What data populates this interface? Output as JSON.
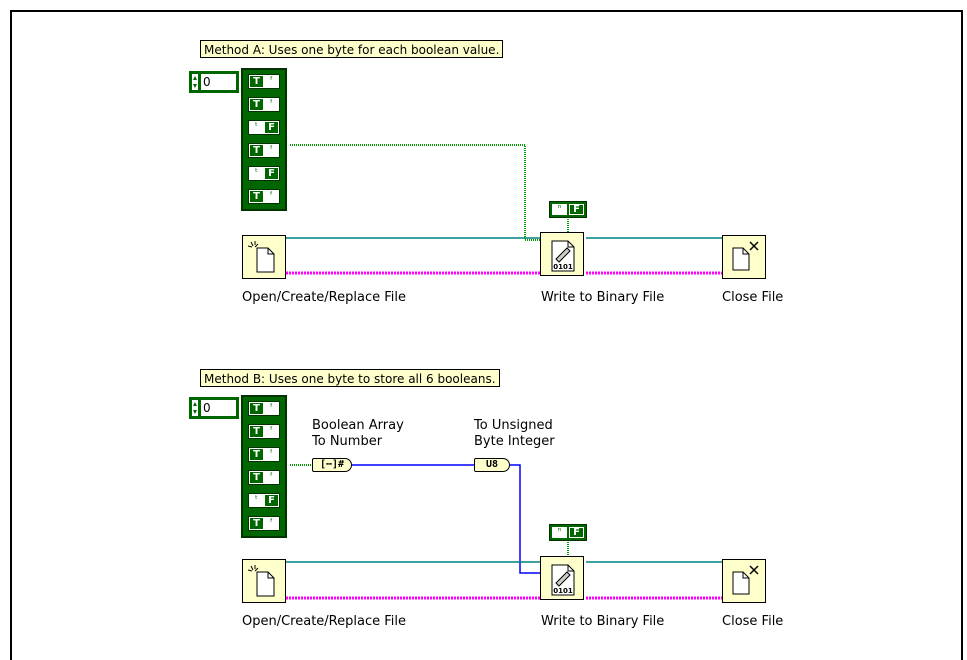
{
  "method_a": {
    "label": "Method A: Uses one byte for each boolean value.",
    "index_value": "0",
    "booleans": [
      true,
      true,
      false,
      true,
      false,
      true
    ],
    "constant": false,
    "nodes": {
      "open": "Open/Create/Replace File",
      "write": "Write to Binary File",
      "close": "Close File"
    }
  },
  "method_b": {
    "label": "Method B: Uses one byte to store all 6 booleans.",
    "index_value": "0",
    "booleans": [
      true,
      true,
      true,
      true,
      false,
      true
    ],
    "constant": false,
    "func1_label": [
      "Boolean Array",
      "To Number"
    ],
    "func2_label": [
      "To Unsigned",
      "Byte Integer"
    ],
    "func2_text": "U8",
    "nodes": {
      "open": "Open/Create/Replace File",
      "write": "Write to Binary File",
      "close": "Close File"
    }
  },
  "bool_glyphs": {
    "on": "T",
    "off": "F"
  },
  "colors": {
    "boolean_wire": "#009900",
    "refnum_wire": "#008080",
    "error_wire": "#ff00ff",
    "numeric_wire": "#0000ff"
  }
}
